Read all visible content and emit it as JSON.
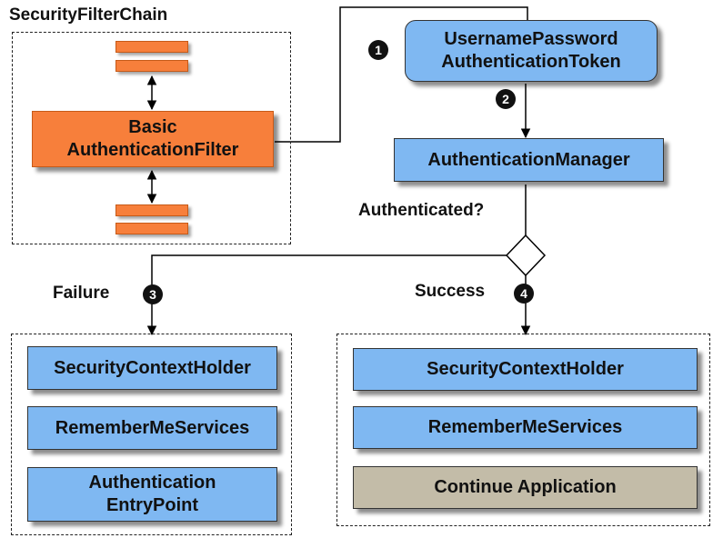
{
  "filter_chain": {
    "title": "SecurityFilterChain",
    "filter": "Basic\nAuthenticationFilter"
  },
  "token": "UsernamePassword\nAuthenticationToken",
  "manager": "AuthenticationManager",
  "decision": "Authenticated?",
  "steps": {
    "one": "1",
    "two": "2",
    "three": "3",
    "four": "4"
  },
  "failure": {
    "label": "Failure",
    "items": [
      "SecurityContextHolder",
      "RememberMeServices",
      "Authentication\nEntryPoint"
    ]
  },
  "success": {
    "label": "Success",
    "items": [
      "SecurityContextHolder",
      "RememberMeServices",
      "Continue Application"
    ]
  }
}
